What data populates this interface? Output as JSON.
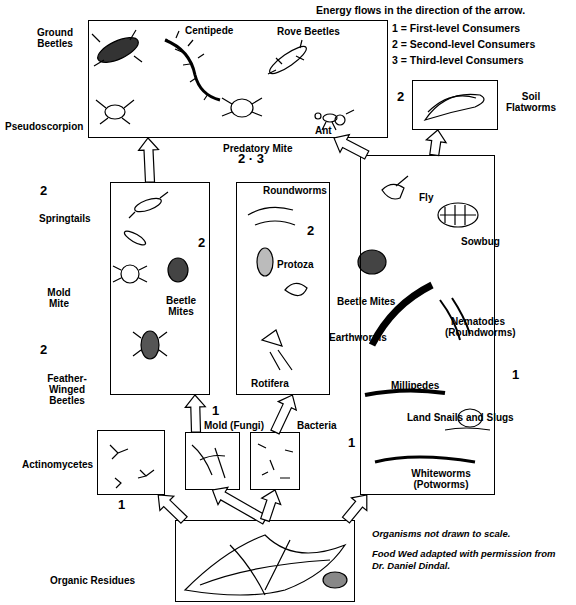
{
  "diagram": {
    "nodes": [
      {
        "text": [
          "Ground Beetles",
          "Centipede",
          "Rove Beetles",
          "Pseudoscorpion",
          "Predatory Mite",
          "Ant"
        ]
      },
      {
        "text": [
          "Soil Flatworms"
        ]
      },
      {
        "text": [
          "Springtails",
          "Mold Mite",
          "Beetle Mites",
          "Feather-Winged Beetles"
        ]
      },
      {
        "text": [
          "Roundworms",
          "Protoza",
          "Rotifera"
        ]
      },
      {
        "text": [
          "Fly",
          "Sowbug",
          "Beetle Mites",
          "Earthworms",
          "Nematodes (Roundworms)",
          "Millipedes",
          "Land Snails and Slugs",
          "Whiteworms (Potworms)"
        ]
      },
      {
        "text": [
          "Actinomycetes"
        ]
      },
      {
        "text": [
          "Mold (Fungi)"
        ]
      },
      {
        "text": [
          "Bacteria"
        ]
      },
      {
        "text": [
          "Organic Residues"
        ]
      }
    ],
    "edges": [
      {
        "from": 2,
        "to": 0,
        "arrow": "to"
      },
      {
        "from": 4,
        "to": 0,
        "arrow": "to"
      },
      {
        "from": 4,
        "to": 1,
        "arrow": "to"
      },
      {
        "from": 6,
        "to": 2,
        "arrow": "to"
      },
      {
        "from": 7,
        "to": 3,
        "arrow": "to"
      },
      {
        "from": 8,
        "to": 5,
        "arrow": "to"
      },
      {
        "from": 8,
        "to": 6,
        "arrow": "to"
      },
      {
        "from": 8,
        "to": 7,
        "arrow": "to"
      },
      {
        "from": 8,
        "to": 4,
        "arrow": "to"
      }
    ],
    "labels": [
      "Energy flows in the direction of the arrow.",
      "1 = First-level Consumers",
      "2 = Second-level Consumers",
      "3 = Third-level Consumers",
      "2",
      "2 · 3",
      "2",
      "2",
      "2",
      "2",
      "1",
      "1",
      "1",
      "1",
      "Organisms not drawn to scale.",
      "Food Wed adapted with permission from Dr. Daniel Dindal."
    ]
  }
}
